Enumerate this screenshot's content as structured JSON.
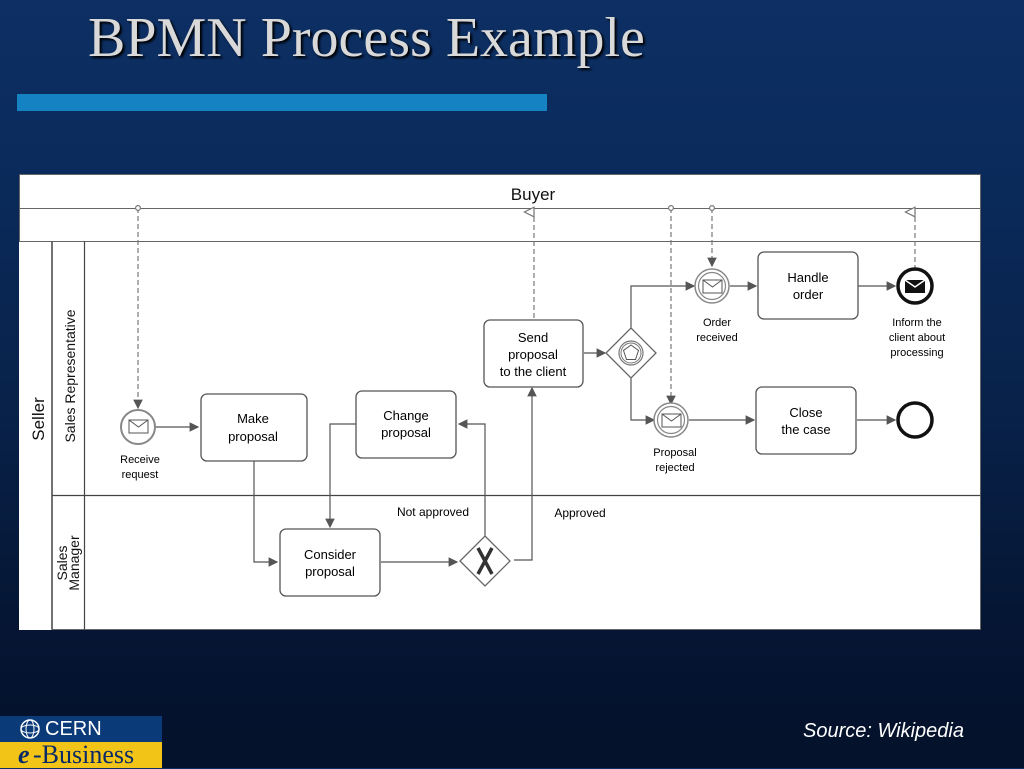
{
  "slide": {
    "title": "BPMN Process Example",
    "source": "Source: Wikipedia"
  },
  "logo": {
    "top_text": "CERN",
    "bottom_e": "e",
    "bottom_text": "-Business"
  },
  "diagram": {
    "pools": {
      "buyer": "Buyer",
      "seller": "Seller"
    },
    "lanes": {
      "sales_rep": "Sales Representative",
      "sales_manager_line1": "Sales",
      "sales_manager_line2": "Manager"
    },
    "tasks": {
      "make_proposal": [
        "Make",
        "proposal"
      ],
      "change_proposal": [
        "Change",
        "proposal"
      ],
      "send_proposal": [
        "Send",
        "proposal",
        "to the client"
      ],
      "handle_order": [
        "Handle",
        "order"
      ],
      "close_case": [
        "Close",
        "the case"
      ],
      "consider_proposal": [
        "Consider",
        "proposal"
      ]
    },
    "events": {
      "receive_request": [
        "Receive",
        "request"
      ],
      "order_received": [
        "Order",
        "received"
      ],
      "proposal_rejected": [
        "Proposal",
        "rejected"
      ],
      "inform_client": [
        "Inform the",
        "client about",
        "processing"
      ]
    },
    "flow_labels": {
      "not_approved": "Not approved",
      "approved": "Approved"
    }
  },
  "colors": {
    "accent_bar": "#1582c4",
    "background": "#0a2a5a"
  }
}
